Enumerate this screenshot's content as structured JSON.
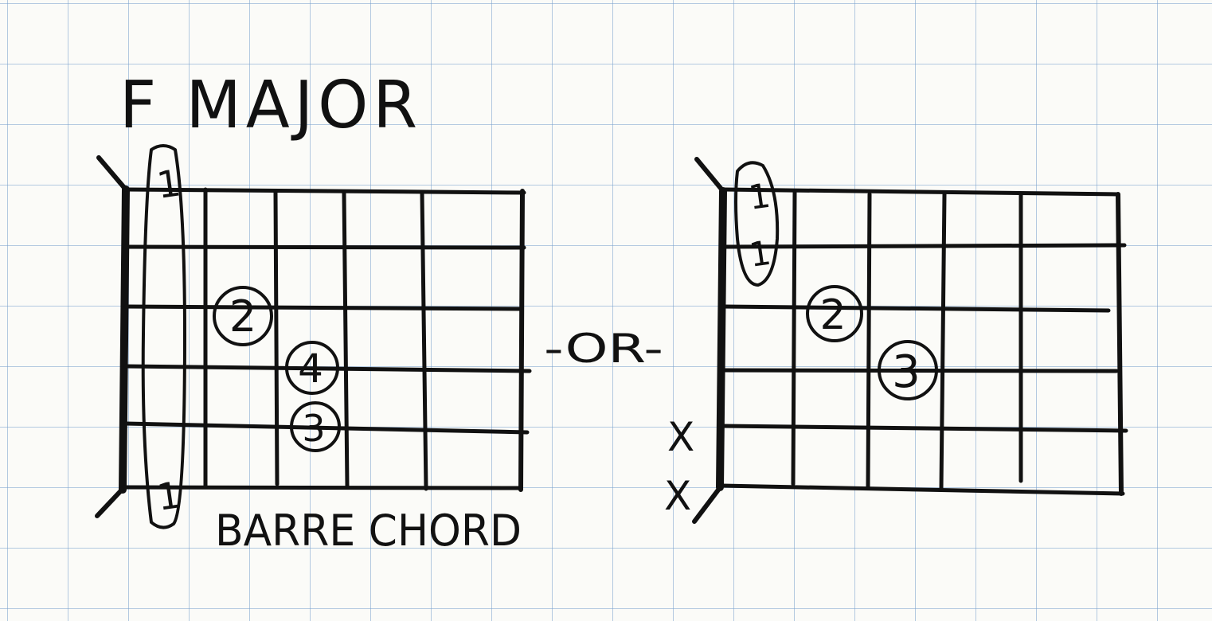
{
  "title": "F MAJOR",
  "separator": "-OR-",
  "barre_caption": "BARRE CHORD",
  "diagram_left": {
    "barre_finger": "1",
    "barre_finger_bottom": "1",
    "finger_2": "2",
    "finger_4": "4",
    "finger_3": "3"
  },
  "diagram_right": {
    "barre_finger": "1",
    "barre_finger_bottom": "1",
    "finger_2": "2",
    "finger_3": "3",
    "muted_string_5": "X",
    "muted_string_6": "X"
  },
  "colors": {
    "ink": "#111111",
    "grid": "#78a0cd",
    "paper": "#fbfbf8"
  }
}
